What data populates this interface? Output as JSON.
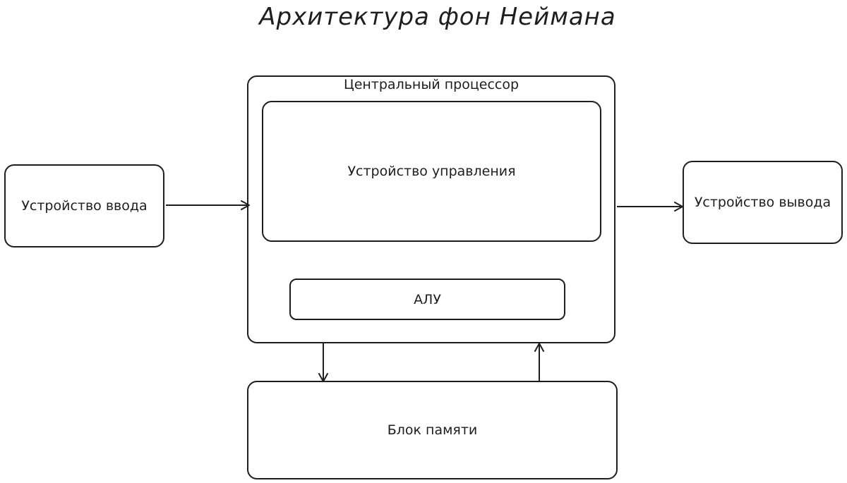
{
  "title": "Архитектура фон Неймана",
  "nodes": {
    "input": "Устройство ввода",
    "output": "Устройство вывода",
    "cpu": "Центральный процессор",
    "control_unit": "Устройство управления",
    "alu": "АЛУ",
    "memory": "Блок памяти"
  },
  "edges": [
    {
      "from": "Устройство ввода",
      "to": "Центральный процессор"
    },
    {
      "from": "Центральный процессор",
      "to": "Устройство вывода"
    },
    {
      "from": "Центральный процессор",
      "to": "Блок памяти"
    },
    {
      "from": "Блок памяти",
      "to": "Центральный процессор"
    }
  ],
  "colors": {
    "stroke": "#1e1e1e",
    "background": "#ffffff"
  }
}
